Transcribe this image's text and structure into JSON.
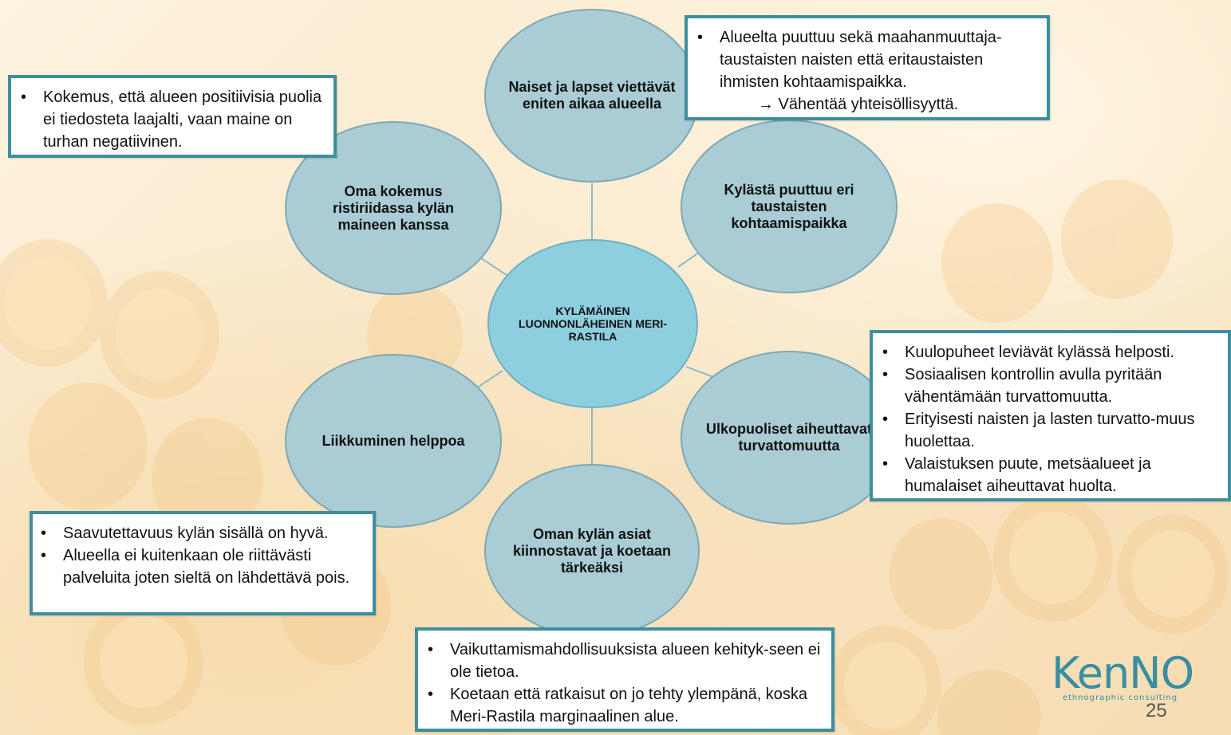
{
  "colors": {
    "node_fill": "#a9ccd5",
    "center_fill": "#8ecfdf",
    "box_border": "#3e8ea0",
    "logo": "#3a8ea2"
  },
  "center": {
    "label": "KYLÄMÄINEN LUONNONLÄHEINEN MERI-RASTILA"
  },
  "nodes": [
    {
      "label": "Naiset ja lapset viettävät eniten aikaa alueella"
    },
    {
      "label": "Kylästä puuttuu eri taustaisten kohtaamispaikka"
    },
    {
      "label": "Ulkopuoliset aiheuttavat turvattomuutta"
    },
    {
      "label": "Oman kylän asiat kiinnostavat ja koetaan tärkeäksi"
    },
    {
      "label": "Liikkuminen helppoa"
    },
    {
      "label": "Oma kokemus ristiriidassa kylän maineen kanssa"
    }
  ],
  "boxes": {
    "top_left": [
      "Kokemus, että alueen positiivisia puolia ei tiedosteta laajalti, vaan maine on turhan negatiivinen."
    ],
    "top_right": {
      "bullet": "Alueelta puuttuu sekä maahanmuuttaja-taustaisten naisten että eritaustaisten ihmisten kohtaamispaikka.",
      "arrow_line": "→ Vähentää yhteisöllisyyttä."
    },
    "right": [
      "Kuulopuheet leviävät kylässä helposti.",
      "Sosiaalisen kontrollin avulla pyritään vähentämään turvattomuutta.",
      "Erityisesti naisten ja lasten turvatto-muus huolettaa.",
      "Valaistuksen puute, metsäalueet ja humalaiset aiheuttavat huolta."
    ],
    "bottom_left": [
      "Saavutettavuus kylän sisällä on hyvä.",
      "Alueella ei kuitenkaan ole riittävästi palveluita joten sieltä on lähdettävä pois."
    ],
    "bottom": [
      "Vaikuttamismahdollisuuksista alueen  kehityk-seen ei ole tietoa.",
      "Koetaan että ratkaisut on jo tehty ylempänä, koska Meri-Rastila marginaalinen alue."
    ]
  },
  "logo": {
    "word": "KenNO",
    "tagline": "ethnographic consulting"
  },
  "page_number": "25"
}
